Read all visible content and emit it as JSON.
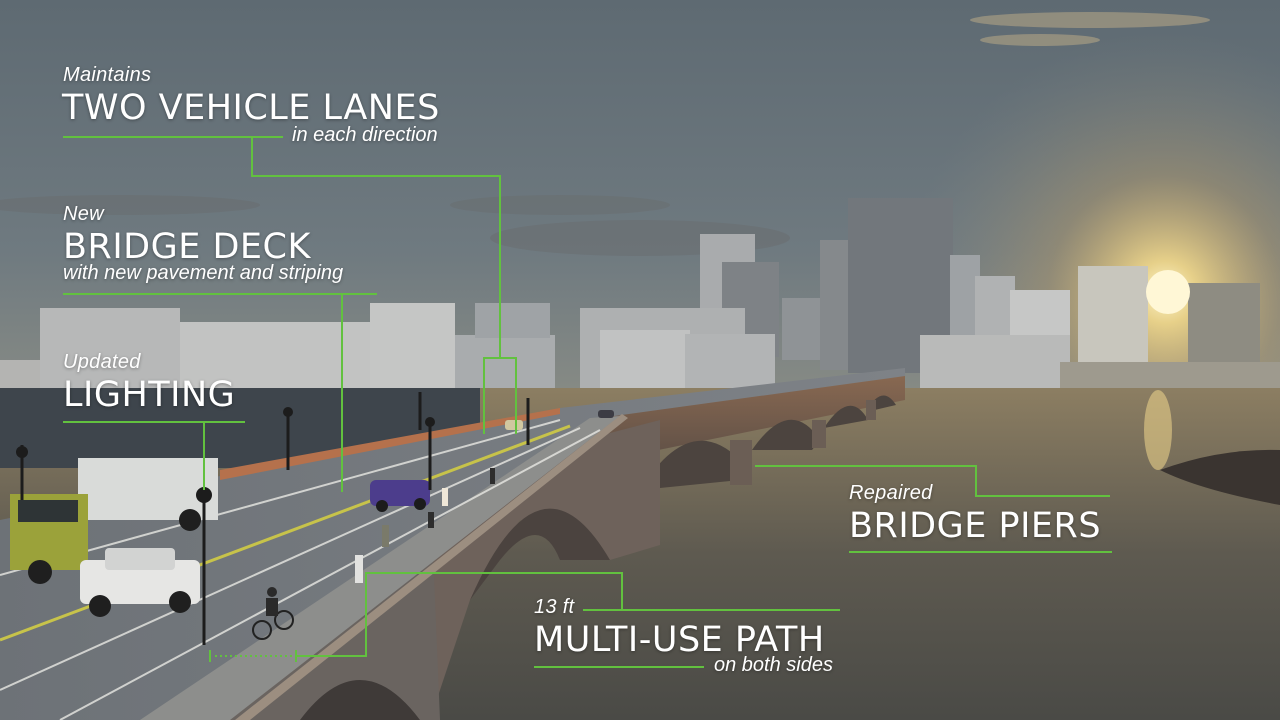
{
  "annotations": {
    "lanes": {
      "pre": "Maintains",
      "title": "TWO VEHICLE LANES",
      "sub": "in each direction"
    },
    "deck": {
      "pre": "New",
      "title": "BRIDGE DECK",
      "sub": "with new pavement and striping"
    },
    "lighting": {
      "pre": "Updated",
      "title": "LIGHTING"
    },
    "piers": {
      "pre": "Repaired",
      "title": "BRIDGE PIERS"
    },
    "path": {
      "pre": "13 ft",
      "title": "MULTI-USE PATH",
      "sub": "on both sides"
    }
  },
  "colors": {
    "accent_line": "#62c13f",
    "text": "#ffffff"
  }
}
